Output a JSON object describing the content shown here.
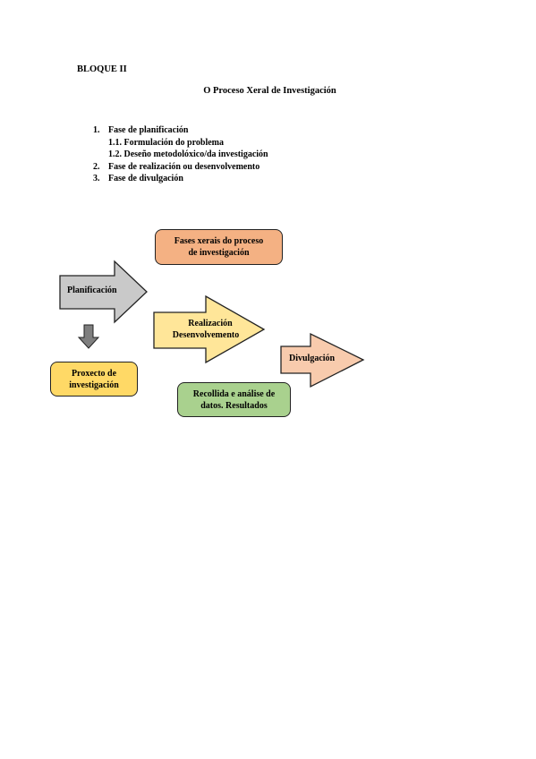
{
  "header": {
    "bloque": "BLOQUE II",
    "title": "O Proceso Xeral de Investigación"
  },
  "list": [
    {
      "num": "1.",
      "text": "Fase de planificación"
    },
    {
      "num": "",
      "text": "1.1. Formulación do problema",
      "sub": true
    },
    {
      "num": "",
      "text": "1.2. Deseño metodolóxico/da investigación",
      "sub": true
    },
    {
      "num": "2.",
      "text": "Fase de realización ou desenvolvemento"
    },
    {
      "num": "3.",
      "text": "Fase de divulgación"
    }
  ],
  "diagram": {
    "phases_box": {
      "line1": "Fases xerais do proceso",
      "line2": "de investigación",
      "color": "#f4b183"
    },
    "arrow_plan": {
      "label": "Planificación",
      "color": "#c9c9c9"
    },
    "arrow_real": {
      "line1": "Realización",
      "line2": "Desenvolvemento",
      "color": "#ffe699"
    },
    "arrow_div": {
      "label": "Divulgación",
      "color": "#f8cbad"
    },
    "down_arrow": {
      "color": "#7f7f7f"
    },
    "project_box": {
      "line1": "Proxecto de",
      "line2": "investigación",
      "color": "#ffd966"
    },
    "results_box": {
      "line1": "Recollida e análise de",
      "line2": "datos. Resultados",
      "color": "#a9d18e"
    }
  }
}
